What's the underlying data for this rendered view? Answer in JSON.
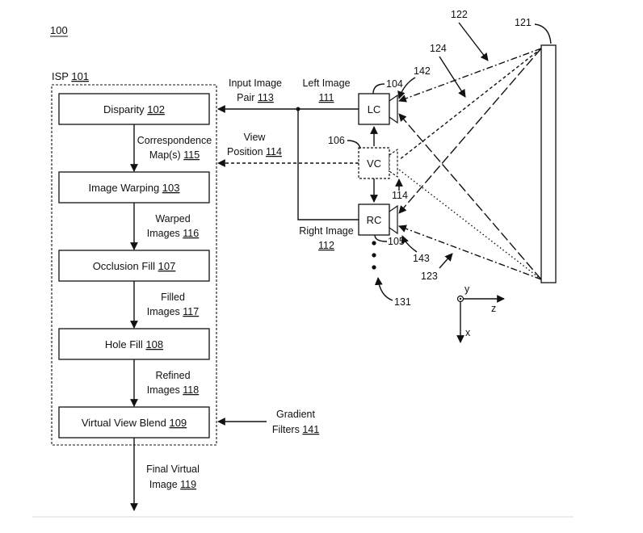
{
  "figure_number": "100",
  "isp": {
    "label": "ISP",
    "ref": "101"
  },
  "blocks": [
    {
      "label": "Disparity",
      "ref": "102"
    },
    {
      "label": "Image Warping",
      "ref": "103"
    },
    {
      "label": "Occlusion Fill",
      "ref": "107"
    },
    {
      "label": "Hole Fill",
      "ref": "108"
    },
    {
      "label": "Virtual View Blend",
      "ref": "109"
    }
  ],
  "flow_labels": [
    {
      "line1": "Correspondence",
      "line2": "Map(s)",
      "ref": "115"
    },
    {
      "line1": "Warped",
      "line2": "Images",
      "ref": "116"
    },
    {
      "line1": "Filled",
      "line2": "Images",
      "ref": "117"
    },
    {
      "line1": "Refined",
      "line2": "Images",
      "ref": "118"
    },
    {
      "line1": "Final Virtual",
      "line2": "Image",
      "ref": "119"
    }
  ],
  "inputs": {
    "input_pair": {
      "line1": "Input Image",
      "line2": "Pair",
      "ref": "113"
    },
    "view_position": {
      "line1": "View",
      "line2": "Position",
      "ref": "114"
    },
    "left_image": {
      "label": "Left Image",
      "ref": "111"
    },
    "right_image": {
      "label": "Right Image",
      "ref": "112"
    },
    "gradient_filters": {
      "line1": "Gradient",
      "line2": "Filters",
      "ref": "141"
    }
  },
  "cameras": [
    {
      "label": "LC",
      "ref": "104"
    },
    {
      "label": "VC",
      "ref": "106"
    },
    {
      "label": "RC",
      "ref": "105"
    }
  ],
  "refs": {
    "r121": "121",
    "r122": "122",
    "r123": "123",
    "r124": "124",
    "r131": "131",
    "r142": "142",
    "r143": "143",
    "r114b": "114"
  },
  "axes": {
    "y": "y",
    "z": "z",
    "x": "x"
  }
}
